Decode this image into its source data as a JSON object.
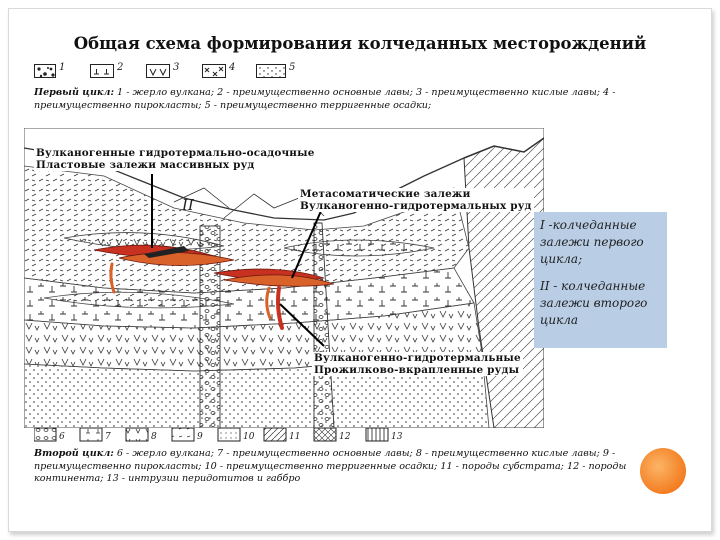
{
  "slide": {
    "title": "Общая схема формирования колчеданных месторождений"
  },
  "legend_first": {
    "items": [
      {
        "num": "1",
        "pattern": "dots-blobs"
      },
      {
        "num": "2",
        "pattern": "tee-marks"
      },
      {
        "num": "3",
        "pattern": "v-marks"
      },
      {
        "num": "4",
        "pattern": "cross-hatch"
      },
      {
        "num": "5",
        "pattern": "fine-dots"
      }
    ]
  },
  "first_cycle": {
    "lead": "Первый цикл:",
    "text": " 1 - жерло вулкана; 2 - преимущественно основные лавы; 3 - преимущественно кислые лавы; 4 - преимущественно пирокласты; 5 - преимущественно терригенные осадки;"
  },
  "diagram": {
    "callout_top_left": "Вулканогенные гидротермально-осадочные\nПластовые залежи массивных руд",
    "callout_top_mid": "Метасоматические залежи\nВулканогенно-гидротермальных руд",
    "callout_bottom": "Вулканогенно-гидротермальные\nПрожилково-вкрапленные руды",
    "roman_label": "II"
  },
  "side_box": {
    "item1": "I -колчеданные залежи первого цикла;",
    "item2": "II - колчеданные залежи второго цикла",
    "color": "#b9cde5"
  },
  "legend_second": {
    "items": [
      {
        "num": "6"
      },
      {
        "num": "7"
      },
      {
        "num": "8"
      },
      {
        "num": "9"
      },
      {
        "num": "10"
      },
      {
        "num": "11"
      },
      {
        "num": "12"
      },
      {
        "num": "13"
      }
    ]
  },
  "second_cycle": {
    "lead": "Второй цикл:",
    "text": " 6 - жерло вулкана; 7 - преимущественно основные лавы; 8 - преимущественно кислые лавы; 9 - преимущественно пирокласты; 10 - преимущественно терригенные осадки; 11 - породы субстрата; 12 - породы континента; 13 - интрузии перидотитов и габбро"
  },
  "colors": {
    "ore_red": "#c8301f",
    "ore_orange": "#d9622a",
    "accent_orange": "#f47d22"
  }
}
